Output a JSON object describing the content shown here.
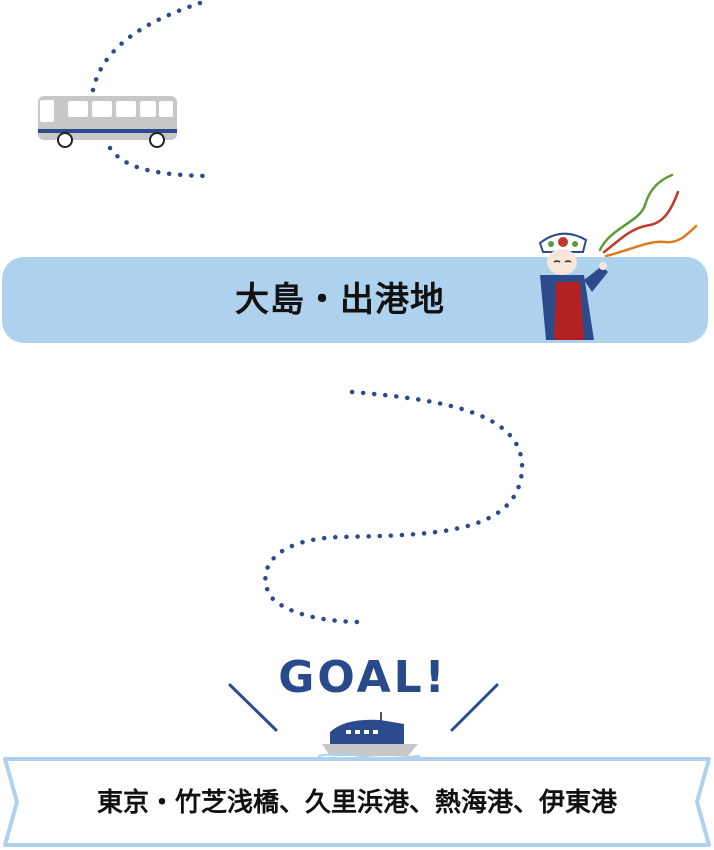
{
  "departure": {
    "label": "大島・出港地"
  },
  "goal": {
    "label": "GOAL!"
  },
  "destination": {
    "label": "東京・竹芝浅橋、久里浜港、熱海港、伊東港"
  },
  "colors": {
    "route_dots": "#2b4b8c",
    "departure_bar": "#aed2ee",
    "goal_text": "#284a8a",
    "destination_border": "#aed2ee",
    "bus_body": "#c7c7c7",
    "bus_stripe": "#2b4b8c",
    "ferry_body": "#2b4b8c",
    "kimono": "#2b4b8c",
    "apron": "#b22222",
    "ribbon_green": "#5e9a3a",
    "ribbon_red": "#c0392b",
    "ribbon_orange": "#e07b1a"
  },
  "icons": {
    "bus": "bus-icon",
    "ferry": "ferry-icon",
    "mascot": "anko-mascot-icon"
  }
}
